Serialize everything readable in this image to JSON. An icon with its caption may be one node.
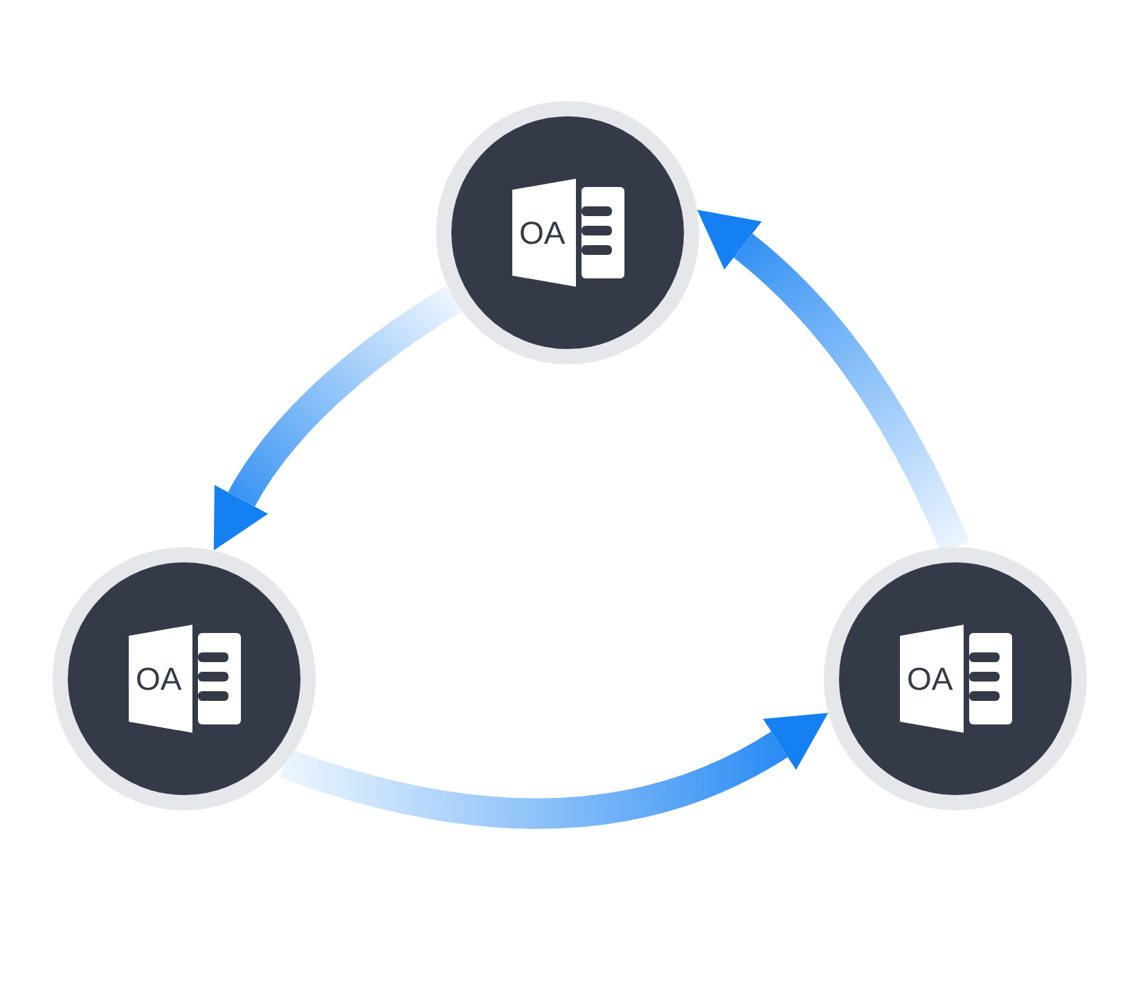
{
  "diagram": {
    "nodes": [
      {
        "text": [
          "OA"
        ]
      },
      {
        "text": [
          "OA"
        ]
      },
      {
        "text": [
          "OA"
        ]
      }
    ],
    "edges": [
      {
        "from": 0,
        "to": 1,
        "arrow": "to"
      },
      {
        "from": 1,
        "to": 2,
        "arrow": "to"
      },
      {
        "from": 2,
        "to": 0,
        "arrow": "to"
      }
    ]
  }
}
